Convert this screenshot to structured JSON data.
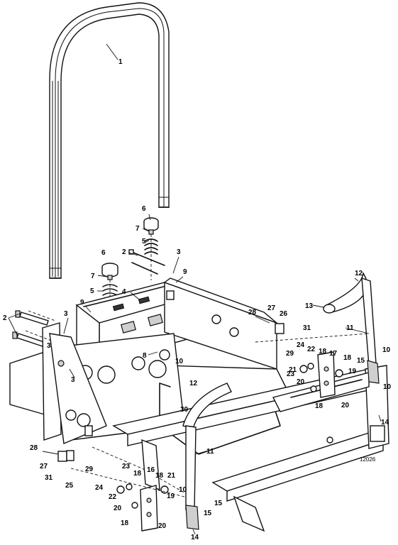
{
  "figure_id": "12026",
  "callouts": [
    {
      "label": "1"
    },
    {
      "label": "2"
    },
    {
      "label": "2"
    },
    {
      "label": "3"
    },
    {
      "label": "3"
    },
    {
      "label": "3"
    },
    {
      "label": "3"
    },
    {
      "label": "4"
    },
    {
      "label": "5"
    },
    {
      "label": "5"
    },
    {
      "label": "6"
    },
    {
      "label": "6"
    },
    {
      "label": "7"
    },
    {
      "label": "7"
    },
    {
      "label": "8"
    },
    {
      "label": "9"
    },
    {
      "label": "9"
    },
    {
      "label": "10"
    },
    {
      "label": "10"
    },
    {
      "label": "10"
    },
    {
      "label": "10"
    },
    {
      "label": "11"
    },
    {
      "label": "11"
    },
    {
      "label": "12"
    },
    {
      "label": "12"
    },
    {
      "label": "13"
    },
    {
      "label": "14"
    },
    {
      "label": "14"
    },
    {
      "label": "15"
    },
    {
      "label": "15"
    },
    {
      "label": "15"
    },
    {
      "label": "16"
    },
    {
      "label": "17"
    },
    {
      "label": "18"
    },
    {
      "label": "18"
    },
    {
      "label": "18"
    },
    {
      "label": "18"
    },
    {
      "label": "18"
    },
    {
      "label": "18"
    },
    {
      "label": "19"
    },
    {
      "label": "19"
    },
    {
      "label": "20"
    },
    {
      "label": "20"
    },
    {
      "label": "20"
    },
    {
      "label": "20"
    },
    {
      "label": "21"
    },
    {
      "label": "21"
    },
    {
      "label": "22"
    },
    {
      "label": "22"
    },
    {
      "label": "23"
    },
    {
      "label": "23"
    },
    {
      "label": "24"
    },
    {
      "label": "24"
    },
    {
      "label": "25"
    },
    {
      "label": "26"
    },
    {
      "label": "27"
    },
    {
      "label": "27"
    },
    {
      "label": "28"
    },
    {
      "label": "28"
    },
    {
      "label": "29"
    },
    {
      "label": "29"
    },
    {
      "label": "30"
    },
    {
      "label": "31"
    },
    {
      "label": "31"
    }
  ]
}
